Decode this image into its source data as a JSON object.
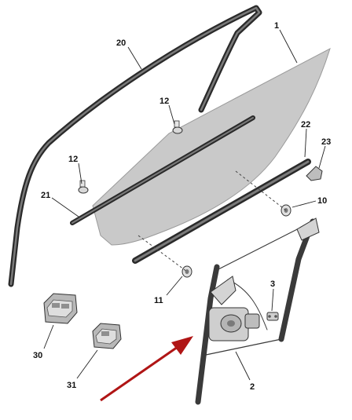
{
  "diagram": {
    "callouts": {
      "c1": "1",
      "c2": "2",
      "c3": "3",
      "c10": "10",
      "c11": "11",
      "c12a": "12",
      "c12b": "12",
      "c20": "20",
      "c21": "21",
      "c22": "22",
      "c23": "23",
      "c30": "30",
      "c31": "31"
    },
    "colors": {
      "glass_fill": "#c9c9c9",
      "glass_edge": "#9a9a9a",
      "seal_dark": "#2a2a2a",
      "regulator_metal": "#d4d4d4",
      "switch_body": "#b8b8b8",
      "arrow": "#b01515"
    }
  }
}
